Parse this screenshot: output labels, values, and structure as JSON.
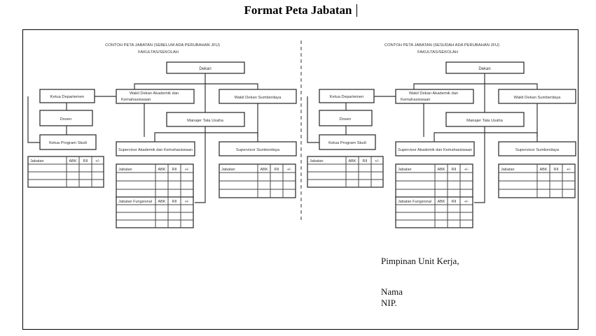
{
  "document": {
    "title": "Format Peta Jabatan",
    "signature": {
      "position": "Pimpinan Unit Kerja,",
      "name_label": "Nama",
      "nip_label": "NIP."
    }
  },
  "charts": [
    {
      "heading": "CONTOH PETA JABATAN (SEBELUM ADA PERUBAHAN JFU)",
      "subheading": "FAKULTAS/SEKOLAH",
      "dekan": "Dekan",
      "ketua_departemen": "Ketua Departemen",
      "wakil_dekan_akademik": [
        "Wakil Dekan Akademik dan",
        "Kemahasiswaan"
      ],
      "wakil_dekan_sumberdaya": "Wakil Dekan Sumberdaya",
      "manajer": "Manajer Tata Usaha",
      "dosen": "Dosen",
      "ketua_program_studi": "Ketua Program Studi",
      "supervisor_akademik": "Supervisor Akademik dan Kemahasiswaan",
      "supervisor_sumberdaya": "Supervisor Sumberdaya",
      "table_headers": [
        "Jabatan",
        "ABK",
        "RII",
        "+/-"
      ],
      "fungsional_headers": [
        "Jabatan Fungsional",
        "ABK",
        "RII",
        "+/-"
      ]
    },
    {
      "heading": "CONTOH PETA JABATAN (SESUDAH ADA PERUBAHAN JFU)",
      "subheading": "FAKULTAS/SEKOLAH",
      "dekan": "Dekan",
      "ketua_departemen": "Ketua Departemen",
      "wakil_dekan_akademik": [
        "Wakil Dekan Akademik dan",
        "Kemahasiswaan"
      ],
      "wakil_dekan_sumberdaya": "Wakil Dekan Sumberdaya",
      "manajer": "Manajer Tata Usaha",
      "dosen": "Dosen",
      "ketua_program_studi": "Ketua Program Studi",
      "supervisor_akademik": "Supervisor Akademik dan Kemahasiswaan",
      "supervisor_sumberdaya": "Supervisor Sumberdaya",
      "table_headers": [
        "Jabatan",
        "ABK",
        "RII",
        "+/-"
      ],
      "fungsional_headers": [
        "Jabatan Fungsional",
        "ABK",
        "RII",
        "+/-"
      ]
    }
  ]
}
